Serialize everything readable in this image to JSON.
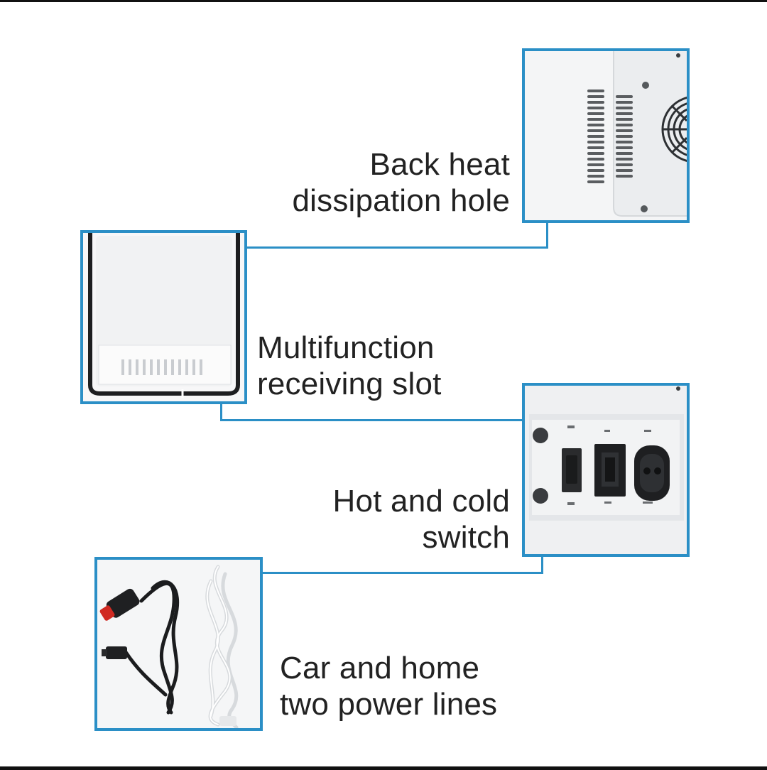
{
  "features": {
    "back_heat": {
      "line1": "Back heat",
      "line2": "dissipation hole"
    },
    "receiving_slot": {
      "line1": "Multifunction",
      "line2": "receiving slot"
    },
    "switch": {
      "line1": "Hot and cold",
      "line2": "switch"
    },
    "power_lines": {
      "line1": "Car and home",
      "line2": "two power lines"
    }
  },
  "colors": {
    "frame": "#2b8fc6",
    "text": "#222222",
    "cable_red": "#d02a22"
  }
}
